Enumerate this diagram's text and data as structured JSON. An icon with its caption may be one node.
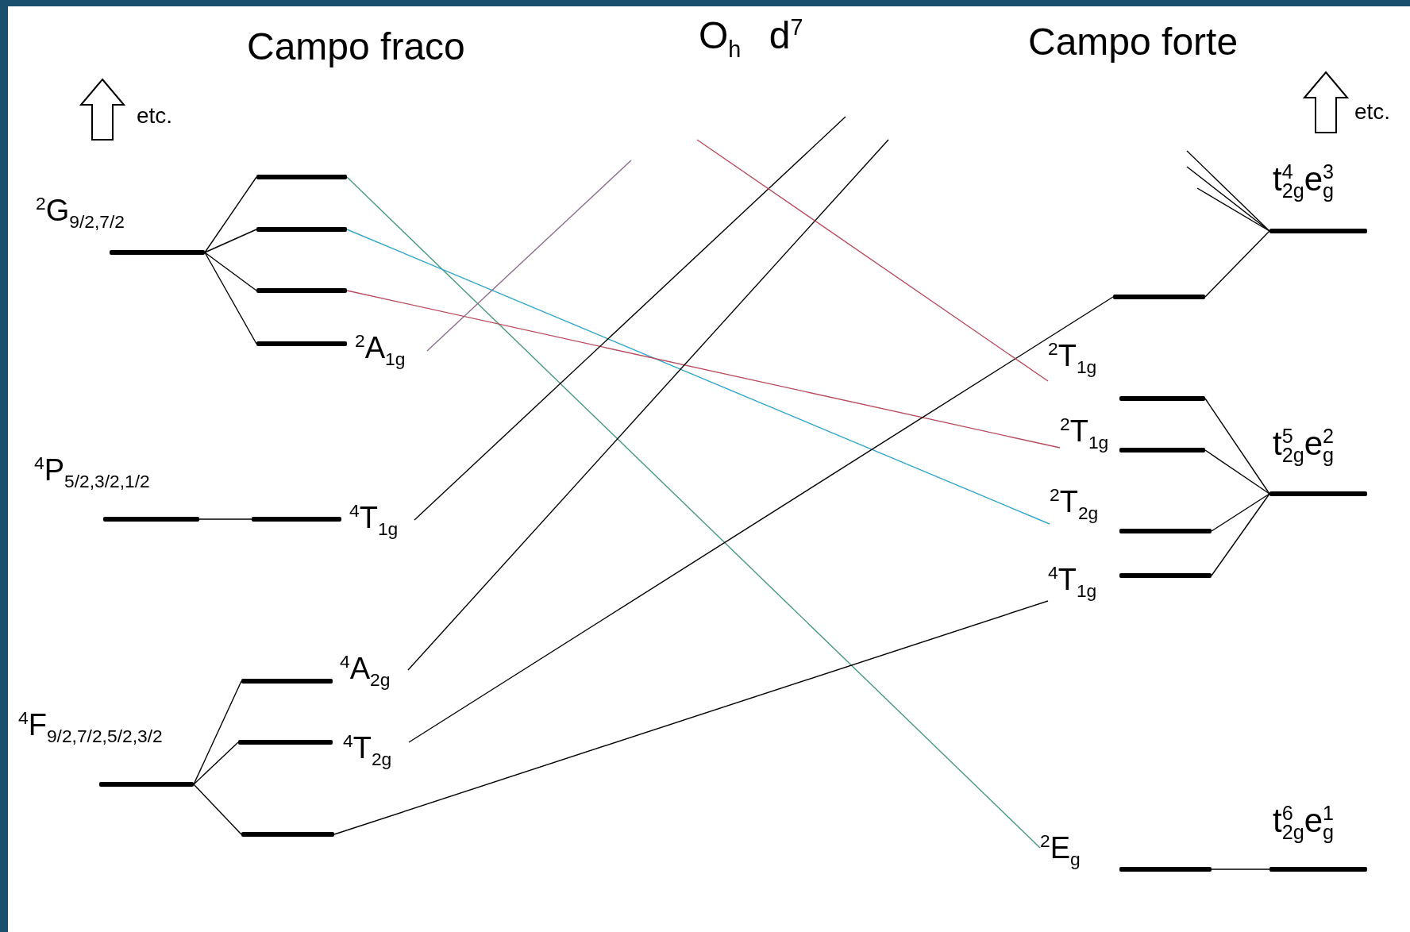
{
  "diagram": {
    "title": "O$_{h}$ d$^{7}$",
    "nodes": [
      {
        "text": [
          "$^{2}$G$_{9/2,7/2}$"
        ]
      },
      {
        "text": [],
        "shape": "bar"
      },
      {
        "text": [],
        "shape": "bar"
      },
      {
        "text": [],
        "shape": "bar"
      },
      {
        "text": [
          "$^{2}$A$_{1g}$"
        ]
      },
      {
        "text": [
          "$^{4}$P$_{5/2,3/2,1/2}$"
        ]
      },
      {
        "text": [
          "$^{4}$T$_{1g}$"
        ]
      },
      {
        "text": [
          "$^{4}$F$_{9/2,7/2,5/2,3/2}$"
        ]
      },
      {
        "text": [
          "$^{4}$A$_{2g}$"
        ]
      },
      {
        "text": [
          "$^{4}$T$_{2g}$"
        ]
      },
      {
        "text": [],
        "shape": "bar"
      },
      {
        "text": [
          "t$^{4}$$_{2g}$e$^{3}$$_{g}$"
        ]
      },
      {
        "text": [],
        "shape": "bar"
      },
      {
        "text": [
          "$^{2}$T$_{1g}$"
        ]
      },
      {
        "text": [
          "$^{2}$T$_{1g}$"
        ]
      },
      {
        "text": [
          "$^{2}$T$_{2g}$"
        ]
      },
      {
        "text": [
          "$^{4}$T$_{1g}$"
        ]
      },
      {
        "text": [
          "t$^{5}$$_{2g}$e$^{2}$$_{g}$"
        ]
      },
      {
        "text": [
          "$^{2}$E$_{g}$"
        ]
      },
      {
        "text": [
          "t$^{6}$$_{2g}$e$^{1}$$_{g}$"
        ]
      }
    ],
    "edges": [
      {
        "from": 0,
        "to": 1,
        "arrow": "none"
      },
      {
        "from": 0,
        "to": 2,
        "arrow": "none"
      },
      {
        "from": 0,
        "to": 3,
        "arrow": "none"
      },
      {
        "from": 0,
        "to": 4,
        "arrow": "none"
      },
      {
        "from": 5,
        "to": 6,
        "arrow": "none"
      },
      {
        "from": 7,
        "to": 8,
        "arrow": "none"
      },
      {
        "from": 7,
        "to": 9,
        "arrow": "none"
      },
      {
        "from": 7,
        "to": 10,
        "arrow": "none"
      },
      {
        "from": 1,
        "to": 18,
        "arrow": "none",
        "color": "#4a9a7a"
      },
      {
        "from": 2,
        "to": 15,
        "arrow": "none",
        "color": "#35a6c8"
      },
      {
        "from": 3,
        "to": 14,
        "arrow": "none",
        "color": "#b84a5e"
      },
      {
        "from": 4,
        "to": null,
        "arrow": "none",
        "color": "#8c6e8c"
      },
      {
        "from": 6,
        "to": null,
        "arrow": "none"
      },
      {
        "from": 8,
        "to": null,
        "arrow": "none"
      },
      {
        "from": 9,
        "to": 12,
        "arrow": "none"
      },
      {
        "from": 10,
        "to": 16,
        "arrow": "none"
      },
      {
        "from": null,
        "to": 13,
        "arrow": "none",
        "color": "#b84a5e"
      },
      {
        "from": 11,
        "to": null,
        "arrow": "none"
      },
      {
        "from": 11,
        "to": null,
        "arrow": "none"
      },
      {
        "from": 11,
        "to": null,
        "arrow": "none"
      },
      {
        "from": 11,
        "to": 12,
        "arrow": "none"
      },
      {
        "from": 17,
        "to": 13,
        "arrow": "none"
      },
      {
        "from": 17,
        "to": 14,
        "arrow": "none"
      },
      {
        "from": 17,
        "to": 15,
        "arrow": "none"
      },
      {
        "from": 17,
        "to": 16,
        "arrow": "none"
      },
      {
        "from": 19,
        "to": 18,
        "arrow": "none"
      }
    ],
    "labels": [
      "Campo fraco",
      "Campo forte",
      "etc.",
      "etc."
    ]
  }
}
